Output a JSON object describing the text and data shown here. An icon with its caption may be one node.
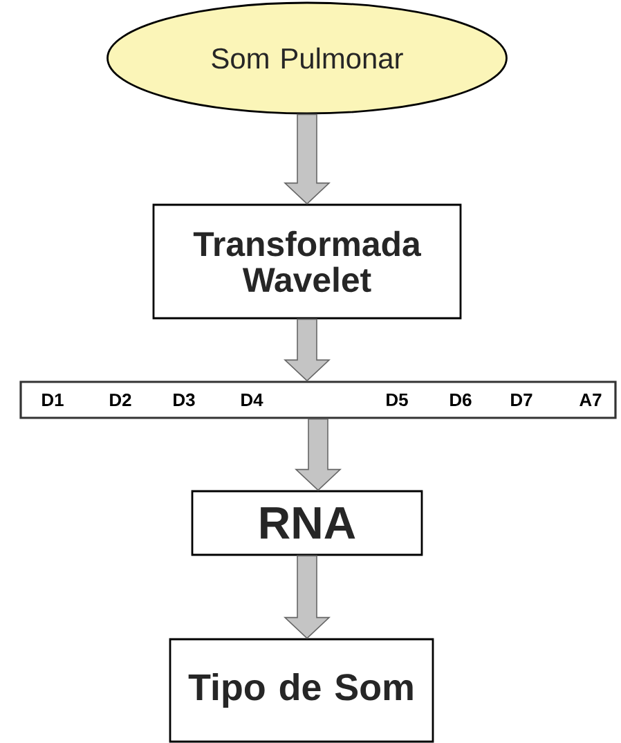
{
  "diagram": {
    "nodes": [
      {
        "text": [
          "Som Pulmonar"
        ]
      },
      {
        "text": [
          "Transformada Wavelet"
        ]
      },
      {
        "text": [
          "D1",
          "D2",
          "D3",
          "D4",
          "D5",
          "D6",
          "D7",
          "A7"
        ]
      },
      {
        "text": [
          "RNA"
        ]
      },
      {
        "text": [
          "Tipo de Som"
        ]
      }
    ],
    "edges": [
      {
        "from": 0,
        "to": 1,
        "arrow": "to"
      },
      {
        "from": 1,
        "to": 2,
        "arrow": "to"
      },
      {
        "from": 2,
        "to": 3,
        "arrow": "to"
      },
      {
        "from": 3,
        "to": 4,
        "arrow": "to"
      }
    ]
  }
}
